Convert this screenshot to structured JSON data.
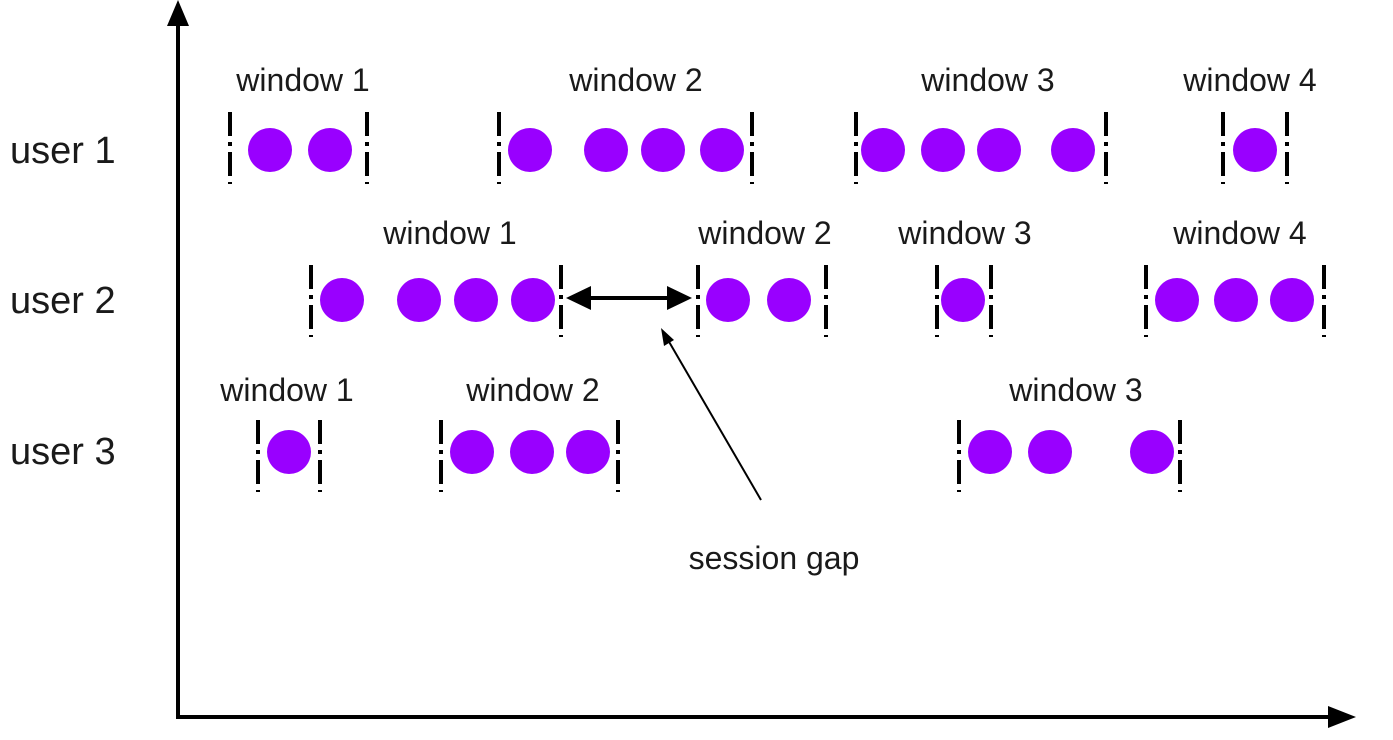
{
  "user_labels": [
    "user 1",
    "user 2",
    "user 3"
  ],
  "windows": {
    "user1": [
      "window 1",
      "window 2",
      "window 3",
      "window 4"
    ],
    "user2": [
      "window 1",
      "window 2",
      "window 3",
      "window 4"
    ],
    "user3": [
      "window 1",
      "window 2",
      "window 3"
    ]
  },
  "annotation": {
    "session_gap": "session gap"
  },
  "colors": {
    "event_dot": "#9900ff",
    "lines": "#000000",
    "text": "#1a1a1a"
  }
}
